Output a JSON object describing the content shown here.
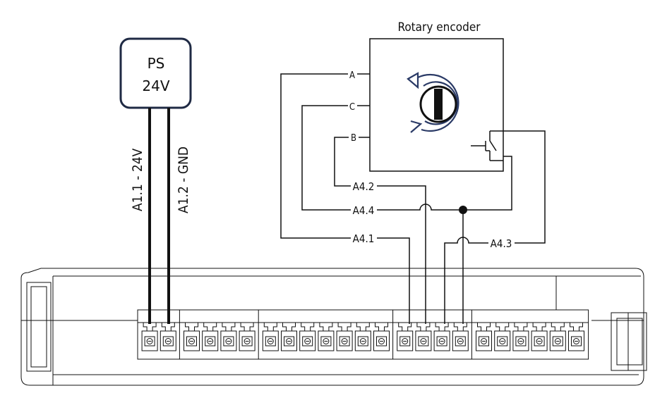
{
  "power_supply": {
    "line1": "PS",
    "line2": "24V"
  },
  "power_wires": {
    "positive": "A1.1 - 24V",
    "ground": "A1.2 - GND"
  },
  "encoder": {
    "title": "Rotary encoder",
    "pin_a": "A",
    "pin_c": "C",
    "pin_b": "B"
  },
  "signal_wires": {
    "a4_1": "A4.1",
    "a4_2": "A4.2",
    "a4_3": "A4.3",
    "a4_4": "A4.4"
  },
  "terminal_groups": [
    {
      "terminals": 2
    },
    {
      "terminals": 4
    },
    {
      "terminals": 7
    },
    {
      "terminals": 4
    },
    {
      "terminals": 6
    }
  ],
  "colors": {
    "line": "#111111",
    "ps_border": "#1f2a44",
    "encoder_blue": "#2a3a66",
    "background": "#ffffff"
  }
}
